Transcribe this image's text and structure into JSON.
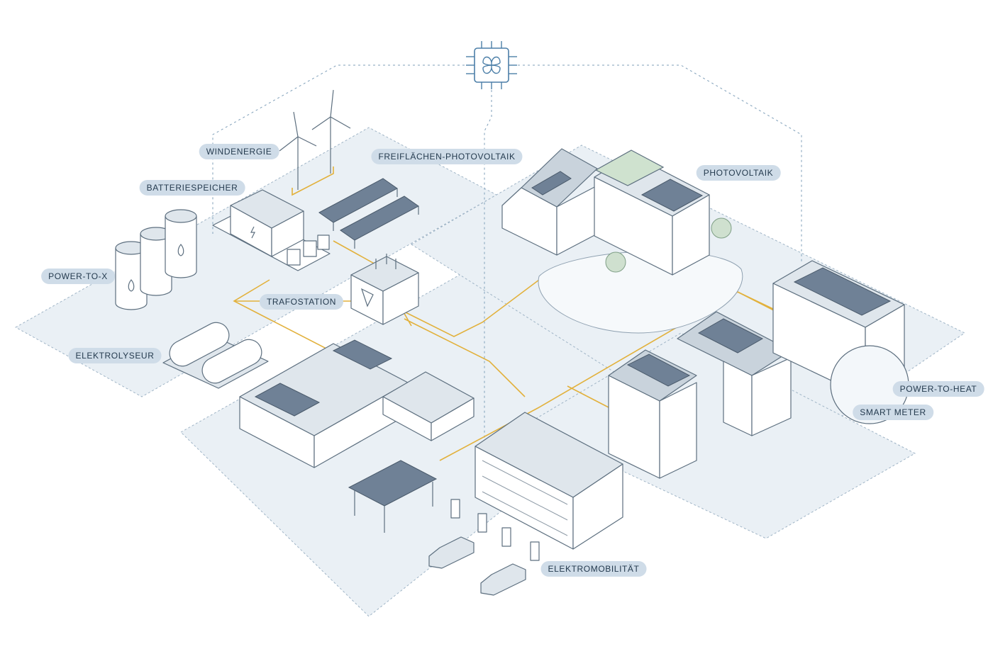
{
  "colors": {
    "background": "#ffffff",
    "ground": "#eaf0f5",
    "grid_line": "#e2b13c",
    "label_fill": "#cfdce8",
    "label_text": "#243a4e",
    "outline": "#5d6f7f",
    "network_dash": "#7f9fb9"
  },
  "hub": {
    "icon": "chip-icon"
  },
  "labels": {
    "windenergie": "WINDENERGIE",
    "freiflaechen_pv": "FREIFLÄCHEN-PHOTOVOLTAIK",
    "photovoltaik": "PHOTOVOLTAIK",
    "batteriespeicher": "BATTERIESPEICHER",
    "power_to_x": "POWER-TO-X",
    "trafostation": "TRAFOSTATION",
    "elektrolyseur": "ELEKTROLYSEUR",
    "power_to_heat": "POWER-TO-HEAT",
    "smart_meter": "SMART METER",
    "elektromobilitaet": "ELEKTROMOBILITÄT"
  }
}
